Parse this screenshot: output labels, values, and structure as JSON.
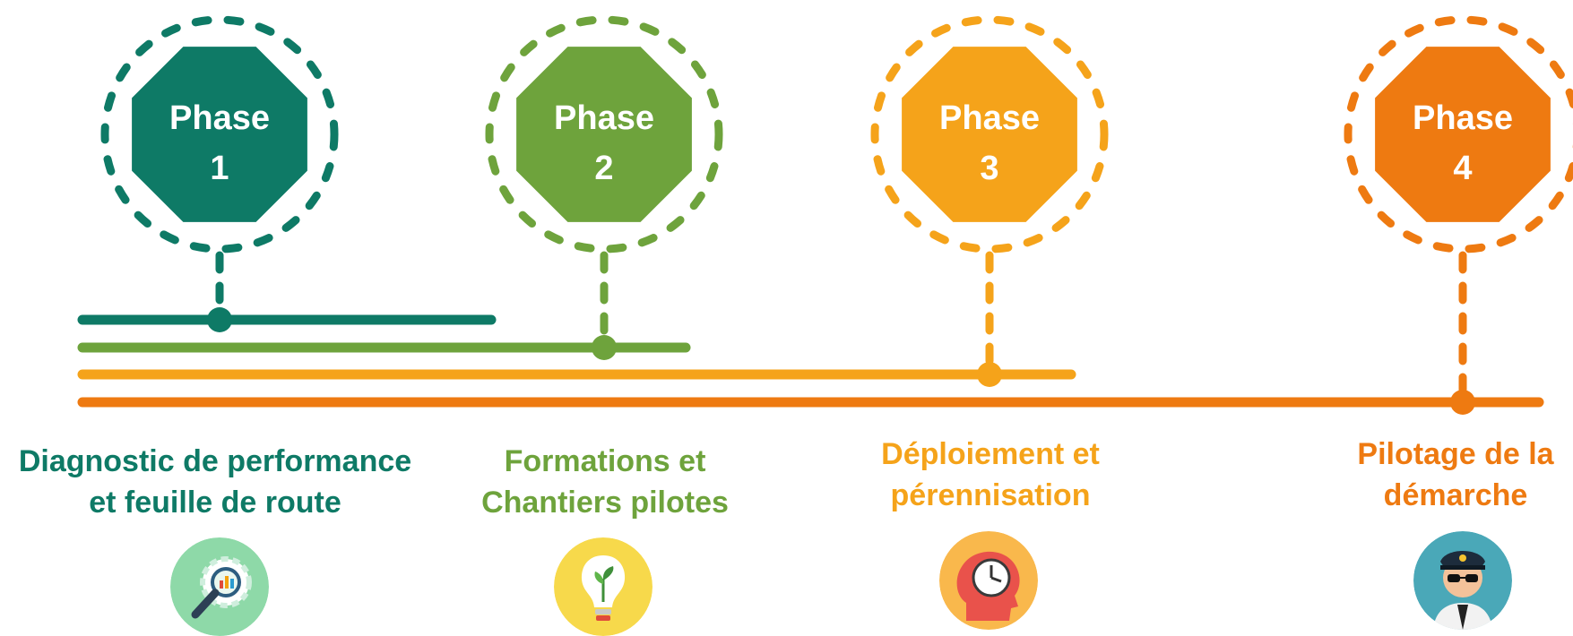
{
  "phases": [
    {
      "octagon_line1": "Phase",
      "octagon_line2": "1",
      "title_line1": "Diagnostic de performance",
      "title_line2": "et feuille de route",
      "color": "#0e7a66",
      "icon": "magnifier-gear-icon",
      "icon_bg": "#8ed9a8"
    },
    {
      "octagon_line1": "Phase",
      "octagon_line2": "2",
      "title_line1": "Formations et",
      "title_line2": "Chantiers pilotes",
      "color": "#6ea33c",
      "icon": "lightbulb-plant-icon",
      "icon_bg": "#f7d94b"
    },
    {
      "octagon_line1": "Phase",
      "octagon_line2": "3",
      "title_line1": "Déploiement et",
      "title_line2": "pérennisation",
      "color": "#f5a31a",
      "icon": "head-clock-icon",
      "icon_bg": "#f9b84c"
    },
    {
      "octagon_line1": "Phase",
      "octagon_line2": "4",
      "title_line1": "Pilotage de la",
      "title_line2": "démarche",
      "color": "#ee7a11",
      "icon": "pilot-icon",
      "icon_bg": "#4aa8b8"
    }
  ]
}
